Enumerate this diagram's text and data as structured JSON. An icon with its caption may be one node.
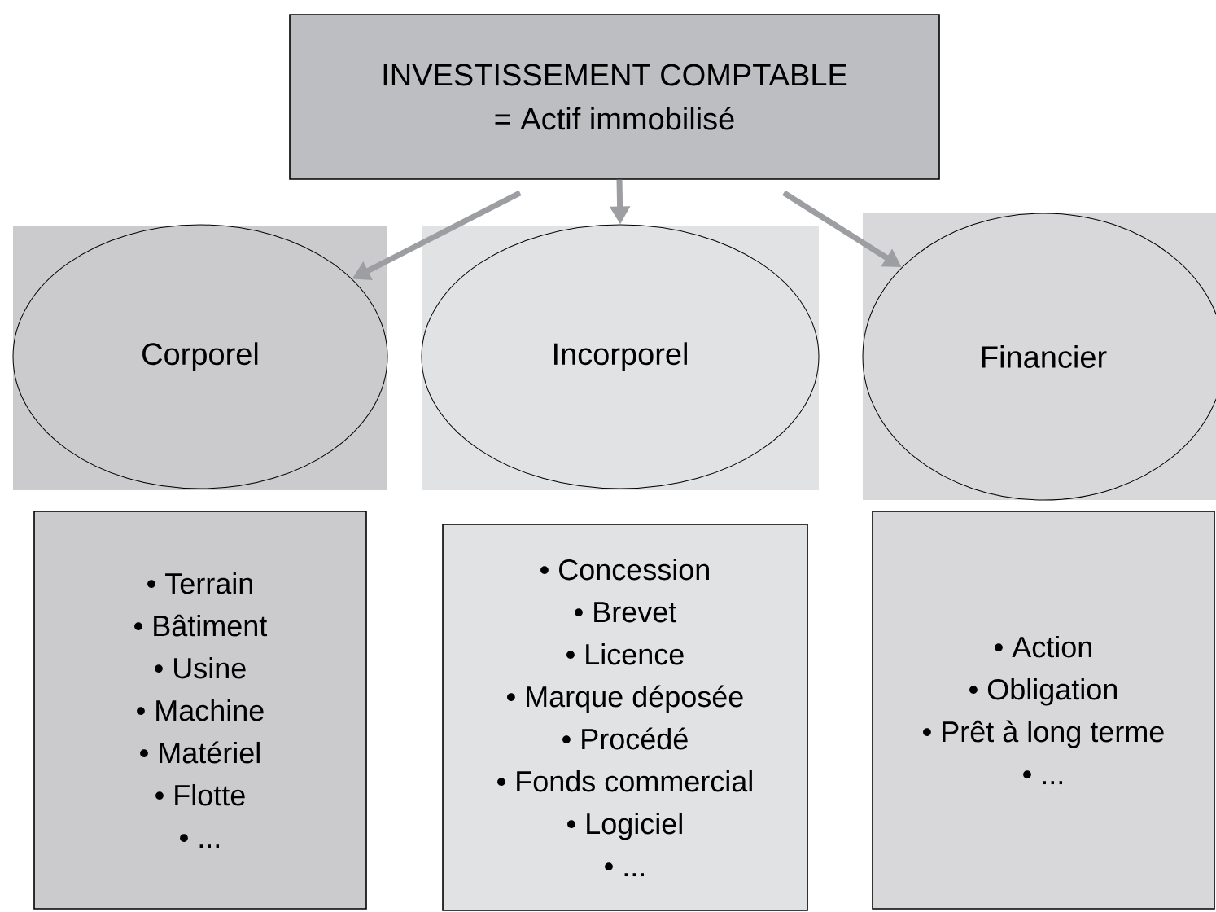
{
  "diagram": {
    "nodes": [
      {
        "text": [
          "INVESTISSEMENT COMPTABLE",
          "= Actif immobilisé"
        ]
      },
      {
        "text": [],
        "shape": "box"
      },
      {
        "text": [
          "Corporel"
        ],
        "in": 1
      },
      {
        "text": [],
        "shape": "box"
      },
      {
        "text": [
          "Incorporel"
        ],
        "in": 3
      },
      {
        "text": [],
        "shape": "box"
      },
      {
        "text": [
          "Financier"
        ],
        "in": 5
      },
      {
        "text": [
          "• Terrain",
          "• Bâtiment",
          "• Usine",
          "• Machine",
          "• Matériel",
          "• Flotte",
          "• ..."
        ]
      },
      {
        "text": [
          "• Concession",
          "• Brevet",
          "• Licence",
          "• Marque déposée",
          "• Procédé",
          "• Fonds commercial",
          "• Logiciel",
          "• ..."
        ]
      },
      {
        "text": [
          "• Action",
          "• Obligation",
          "• Prêt à long terme",
          "• ..."
        ]
      }
    ],
    "edges": [
      {
        "from": 0,
        "to": 2,
        "arrow": "to",
        "color": "#9d9ea2"
      },
      {
        "from": 0,
        "to": 4,
        "arrow": "to",
        "color": "#9d9ea2"
      },
      {
        "from": 0,
        "to": 6,
        "arrow": "to",
        "color": "#9d9ea2"
      }
    ]
  }
}
